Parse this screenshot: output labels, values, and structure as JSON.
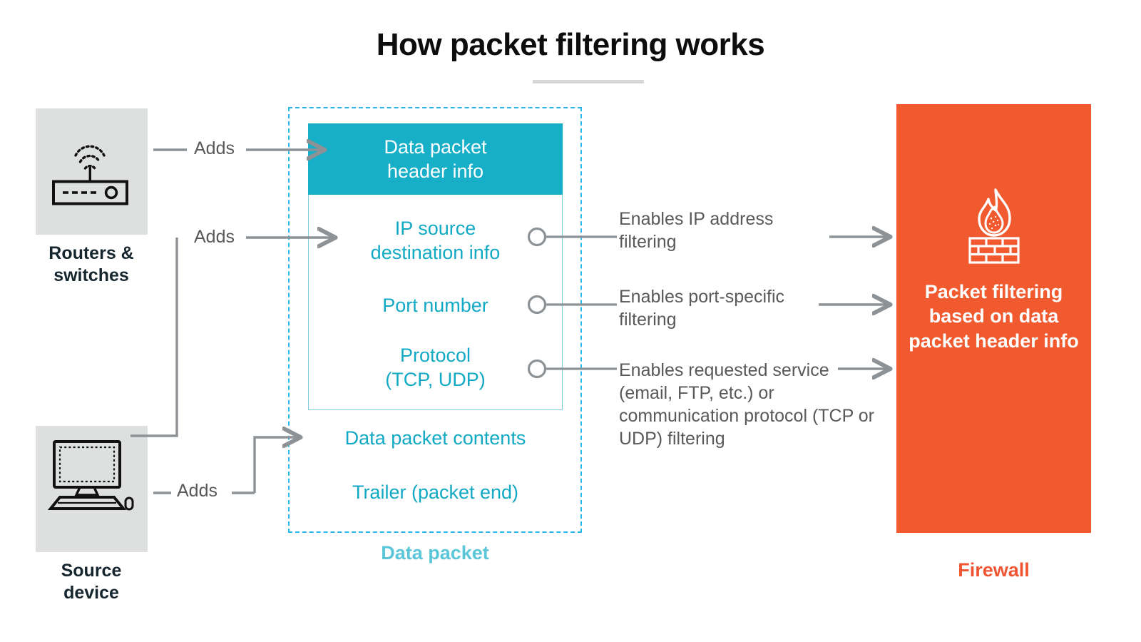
{
  "title": "How packet filtering works",
  "colors": {
    "teal_header": "#17afc8",
    "teal_text": "#12a9c4",
    "teal_dashed": "#29b6e8",
    "caption_teal": "#5bc6d8",
    "orange": "#f15a2e",
    "orange_label": "#f15634",
    "gray_tile": "#dedfdf",
    "gray_text": "#58595b",
    "navy_label": "#16262e",
    "wire_gray": "#8c9296"
  },
  "left": {
    "routers": {
      "label": "Routers &\nswitches",
      "label_line1": "Routers &",
      "label_line2": "switches",
      "icon": "router-icon"
    },
    "source": {
      "label_line1": "Source",
      "label_line2": "device",
      "icon": "desktop-computer-icon"
    }
  },
  "connectors": {
    "adds_1": "Adds",
    "adds_2": "Adds",
    "adds_3": "Adds"
  },
  "packet": {
    "caption": "Data packet",
    "header": "Data packet\nheader info",
    "header_line1": "Data packet",
    "header_line2": "header info",
    "rows": [
      {
        "id": "ip",
        "line1": "IP source",
        "line2": "destination info",
        "has_port": true
      },
      {
        "id": "port",
        "line1": "Port number",
        "line2": "",
        "has_port": true
      },
      {
        "id": "protocol",
        "line1": "Protocol",
        "line2": "(TCP, UDP)",
        "has_port": true
      },
      {
        "id": "contents",
        "line1": "Data packet contents",
        "line2": "",
        "has_port": false
      },
      {
        "id": "trailer",
        "line1": "Trailer (packet end)",
        "line2": "",
        "has_port": false
      }
    ]
  },
  "descriptions": [
    {
      "id": "ip",
      "text": "Enables IP address filtering"
    },
    {
      "id": "port",
      "text": "Enables port-specific filtering"
    },
    {
      "id": "protocol",
      "text": "Enables requested service (email, FTP, etc.) or communication protocol (TCP or UDP) filtering"
    }
  ],
  "firewall": {
    "panel_text": "Packet filtering based on data packet header info",
    "label": "Firewall",
    "icon": "firewall-flame-brick-icon"
  }
}
